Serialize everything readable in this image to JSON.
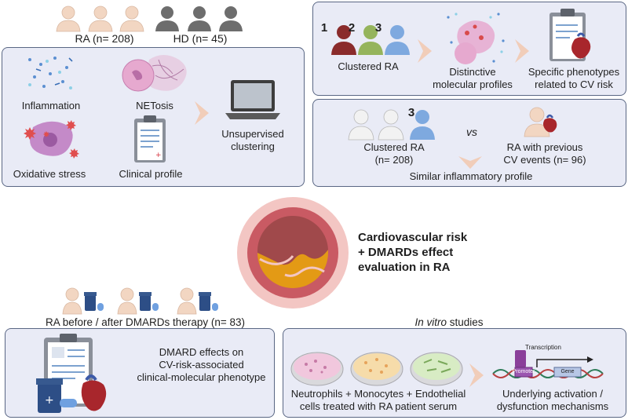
{
  "cohort": {
    "ra_label": "RA (n= 208)",
    "hd_label": "HD (n= 45)"
  },
  "profiling": {
    "inflammation": "Inflammation",
    "netosis": "NETosis",
    "oxidative": "Oxidative stress",
    "clinical": "Clinical profile",
    "clustering": "Unsupervised\nclustering"
  },
  "clusters": {
    "num1": "1",
    "num2": "2",
    "num3": "3",
    "clustered": "Clustered RA",
    "molecular": "Distinctive\nmolecular profiles",
    "phenotypes": "Specific phenotypes\nrelated to CV risk"
  },
  "comparison": {
    "num3": "3",
    "clustered": "Clustered RA\n(n= 208)",
    "vs": "vs",
    "previous": "RA with previous\nCV events (n= 96)",
    "similar": "Similar inflammatory profile"
  },
  "center": {
    "title": "Cardiovascular risk\n+ DMARDs effect\nevaluation in RA"
  },
  "dmards": {
    "header": "RA before / after DMARDs therapy (n= 83)",
    "effect": "DMARD effects on\nCV-risk-associated\nclinical-molecular phenotype"
  },
  "invitro": {
    "header_em": "In vitro",
    "header_rest": " studies",
    "cells": "Neutrophils + Monocytes + Endothelial\ncells treated with RA patient serum",
    "mechanisms": "Underlying activation /\ndysfunction mechanisms",
    "promoter": "Promoter",
    "gene": "Gene",
    "transcription": "Transcription"
  },
  "colors": {
    "panel_fill": "#e9ebf6",
    "panel_border": "#5a6784",
    "skin": "#f0d3bd",
    "hd_gray": "#6d6d6d",
    "c1": "#8a2b2b",
    "c2": "#95b45c",
    "c3": "#7ea9df",
    "circle_outer": "#f3c6c3",
    "circle_ring": "#c95a63",
    "plaque": "#a0494b",
    "orange": "#e39a15"
  }
}
